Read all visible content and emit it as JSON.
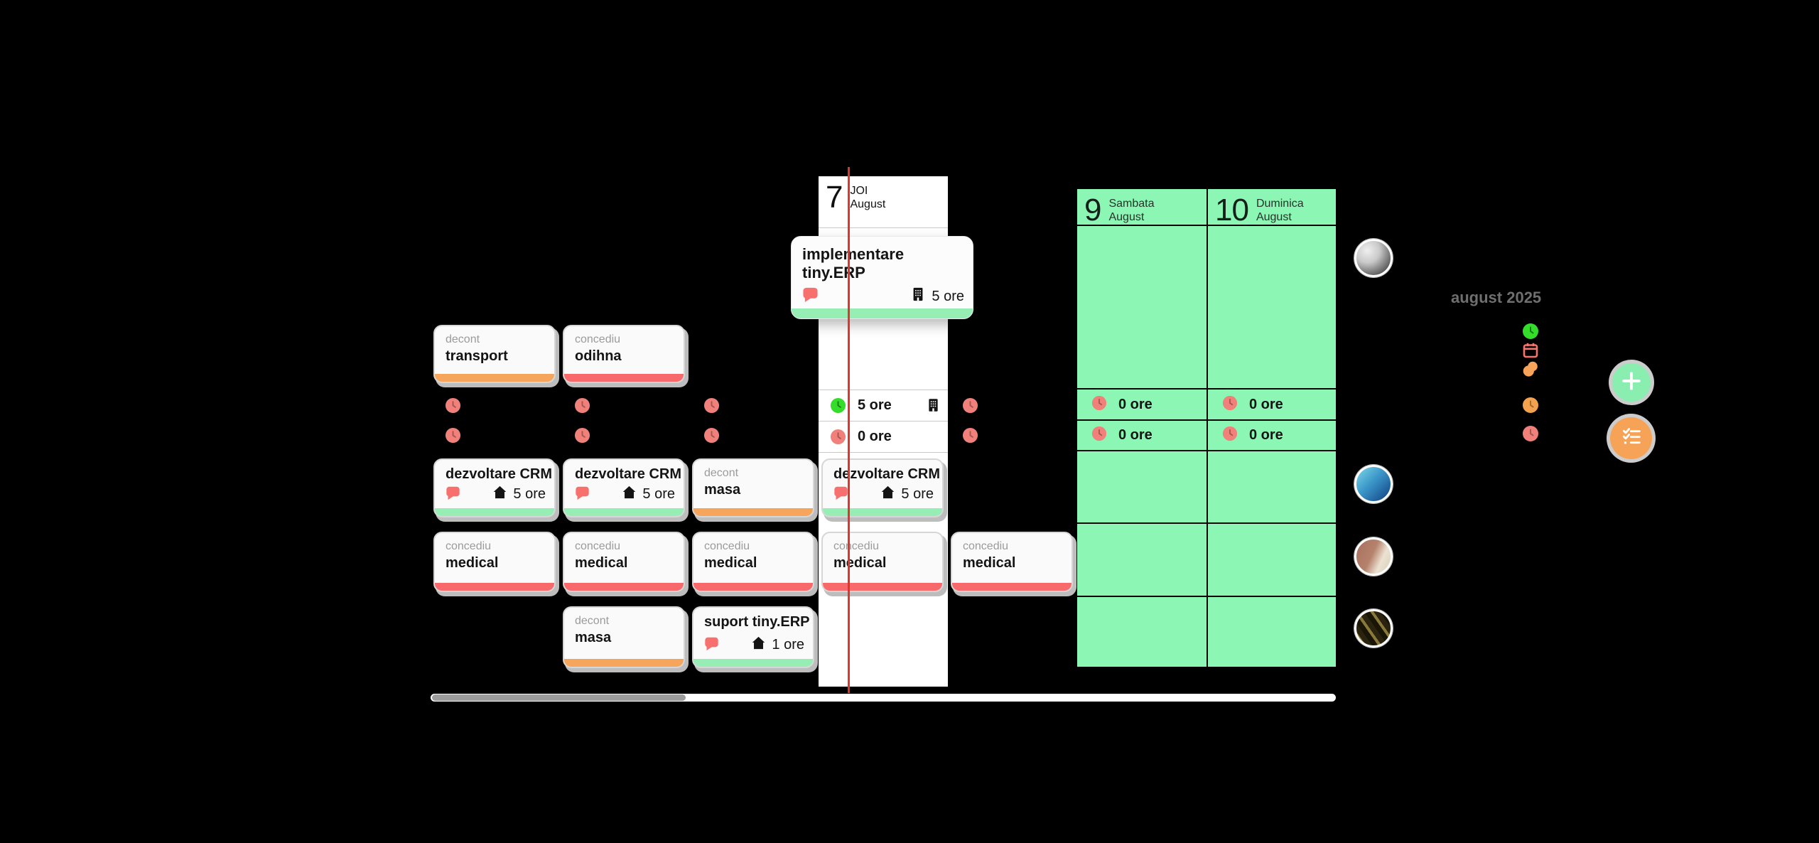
{
  "calendar": {
    "month_label": "august 2025",
    "today_bg": "#ffffff",
    "weekend_bg": "#8cf7b4",
    "now_line_color": "#e1342a",
    "columns": [
      {
        "index": 0,
        "variant": "hidden",
        "summary": [
          {
            "icon": "clock-red"
          },
          {
            "icon": "clock-red"
          }
        ]
      },
      {
        "index": 1,
        "variant": "hidden",
        "summary": [
          {
            "icon": "clock-red"
          },
          {
            "icon": "clock-red"
          }
        ]
      },
      {
        "index": 2,
        "variant": "hidden",
        "summary": [
          {
            "icon": "clock-red"
          },
          {
            "icon": "clock-red"
          }
        ]
      },
      {
        "index": 3,
        "variant": "today",
        "day_number": "7",
        "day_name": "JOI",
        "month_name": "August",
        "summary": [
          {
            "icon": "clock-green",
            "hours": "5 ore",
            "trailing_icon": "building"
          },
          {
            "icon": "clock-red",
            "hours": "0 ore"
          }
        ]
      },
      {
        "index": 4,
        "variant": "hidden",
        "summary": [
          {
            "icon": "clock-red"
          },
          {
            "icon": "clock-red"
          }
        ]
      },
      {
        "index": 5,
        "variant": "weekend",
        "day_number": "9",
        "day_name": "Sambata",
        "month_name": "August",
        "summary": [
          {
            "icon": "clock-red",
            "hours": "0 ore"
          },
          {
            "icon": "clock-red",
            "hours": "0 ore"
          }
        ]
      },
      {
        "index": 6,
        "variant": "weekend",
        "day_number": "10",
        "day_name": "Duminica",
        "month_name": "August",
        "summary": [
          {
            "icon": "clock-red",
            "hours": "0 ore"
          },
          {
            "icon": "clock-red",
            "hours": "0 ore"
          }
        ]
      }
    ],
    "cards": [
      {
        "row": 1,
        "col": 3,
        "state": "dragging",
        "title": "implementare tiny.ERP",
        "has_comment_icon": true,
        "location_icon": "building",
        "hours_label": "5 ore",
        "bar": "green"
      },
      {
        "row": 2,
        "col": 0,
        "category": "decont",
        "title": "transport",
        "bar": "orange"
      },
      {
        "row": 2,
        "col": 1,
        "category": "concediu",
        "title": "odihna",
        "bar": "red"
      },
      {
        "row": 3,
        "col": 0,
        "title": "dezvoltare CRM",
        "has_comment_icon": true,
        "location_icon": "house",
        "hours_label": "5 ore",
        "bar": "green"
      },
      {
        "row": 3,
        "col": 1,
        "title": "dezvoltare CRM",
        "has_comment_icon": true,
        "location_icon": "house",
        "hours_label": "5 ore",
        "bar": "green"
      },
      {
        "row": 3,
        "col": 2,
        "category": "decont",
        "title": "masa",
        "bar": "orange"
      },
      {
        "row": 3,
        "col": 3,
        "title": "dezvoltare CRM",
        "has_comment_icon": true,
        "location_icon": "house",
        "hours_label": "5 ore",
        "bar": "green"
      },
      {
        "row": 4,
        "col": 0,
        "category": "concediu",
        "title": "medical",
        "bar": "red"
      },
      {
        "row": 4,
        "col": 1,
        "category": "concediu",
        "title": "medical",
        "bar": "red"
      },
      {
        "row": 4,
        "col": 2,
        "category": "concediu",
        "title": "medical",
        "bar": "red"
      },
      {
        "row": 4,
        "col": 3,
        "category": "concediu",
        "title": "medical",
        "bar": "red"
      },
      {
        "row": 4,
        "col": 4,
        "category": "concediu",
        "title": "medical",
        "bar": "red"
      },
      {
        "row": 5,
        "col": 1,
        "category": "decont",
        "title": "masa",
        "bar": "orange"
      },
      {
        "row": 5,
        "col": 2,
        "title": "suport tiny.ERP",
        "has_comment_icon": true,
        "location_icon": "house",
        "hours_label": "1 ore",
        "bar": "green"
      }
    ]
  },
  "colors": {
    "bar_green": "#97eeb5",
    "bar_orange": "#f6a55c",
    "bar_red": "#f7696b",
    "comment_icon": "#f7706d",
    "clock_green": "#35dd2b",
    "clock_red": "#f08079",
    "clock_orange": "#f5a24f",
    "calendar_red": "#f5756d",
    "coins_orange": "#f6a45a",
    "fab_green": "#8aeeb0",
    "fab_orange": "#f6a257",
    "scroll_thumb": "#9c9c9c"
  },
  "side_panel": {
    "month_label": "august 2025",
    "legend_icons": [
      {
        "name": "clock-green-icon"
      },
      {
        "name": "calendar-red-icon"
      },
      {
        "name": "coins-orange-icon"
      },
      {
        "name": "clock-orange-icon"
      },
      {
        "name": "clock-red-icon"
      }
    ],
    "avatars": [
      {
        "id": "user-1",
        "appearance": "grayscale-portrait"
      },
      {
        "id": "user-2",
        "appearance": "blue-art"
      },
      {
        "id": "user-3",
        "appearance": "tan-art"
      },
      {
        "id": "user-4",
        "appearance": "dark-art"
      }
    ],
    "buttons": [
      {
        "id": "add",
        "icon": "plus"
      },
      {
        "id": "checklist",
        "icon": "checklist"
      }
    ]
  },
  "scrollbar": {
    "orientation": "horizontal"
  }
}
